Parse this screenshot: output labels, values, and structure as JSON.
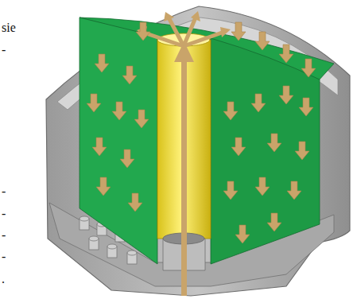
{
  "diagram": {
    "labels": [
      "sie",
      "-",
      "-",
      "-",
      "-",
      "-",
      "."
    ]
  }
}
